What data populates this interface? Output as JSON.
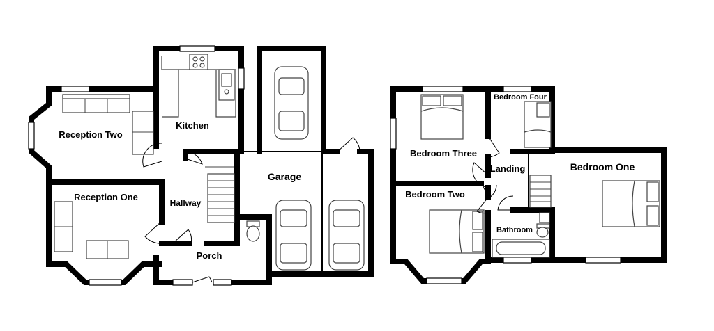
{
  "ground_floor": {
    "rooms": {
      "reception_two": "Reception Two",
      "kitchen": "Kitchen",
      "garage": "Garage",
      "hallway": "Hallway",
      "reception_one": "Reception One",
      "porch": "Porch"
    }
  },
  "first_floor": {
    "rooms": {
      "bedroom_four": "Bedroom Four",
      "bedroom_three": "Bedroom Three",
      "landing": "Landing",
      "bedroom_one": "Bedroom One",
      "bedroom_two": "Bedroom Two",
      "bathroom": "Bathroom"
    }
  },
  "colors": {
    "wall": "#000000",
    "furniture": "#444444",
    "background": "#ffffff"
  }
}
